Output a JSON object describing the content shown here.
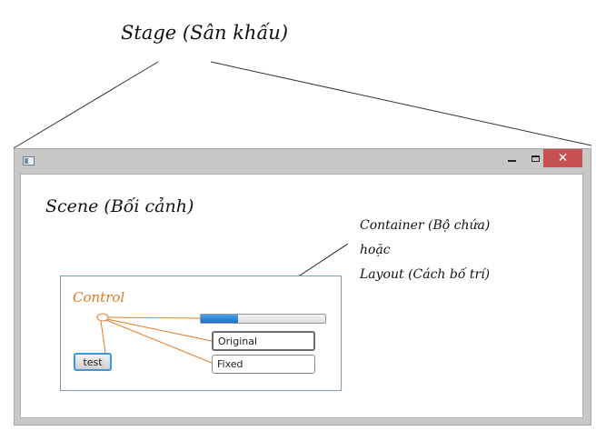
{
  "labels": {
    "stage": "Stage (Sân khấu)",
    "scene": "Scene (Bối cảnh)",
    "container": [
      "Container (Bộ chứa)",
      "hoặc",
      "Layout (Cách bố trí)"
    ],
    "control": "Control"
  },
  "window": {
    "minimize_glyph": "",
    "maximize_glyph": "",
    "close_glyph": "✕"
  },
  "controls": {
    "progress": 0.3,
    "original_field_value": "Original",
    "fixed_field_value": "Fixed",
    "test_button_label": "test"
  },
  "colors": {
    "accent_orange": "#e07b22",
    "close_red": "#c75050",
    "progress_blue": "#1f6fc8",
    "focus_blue": "#3c97e0"
  }
}
